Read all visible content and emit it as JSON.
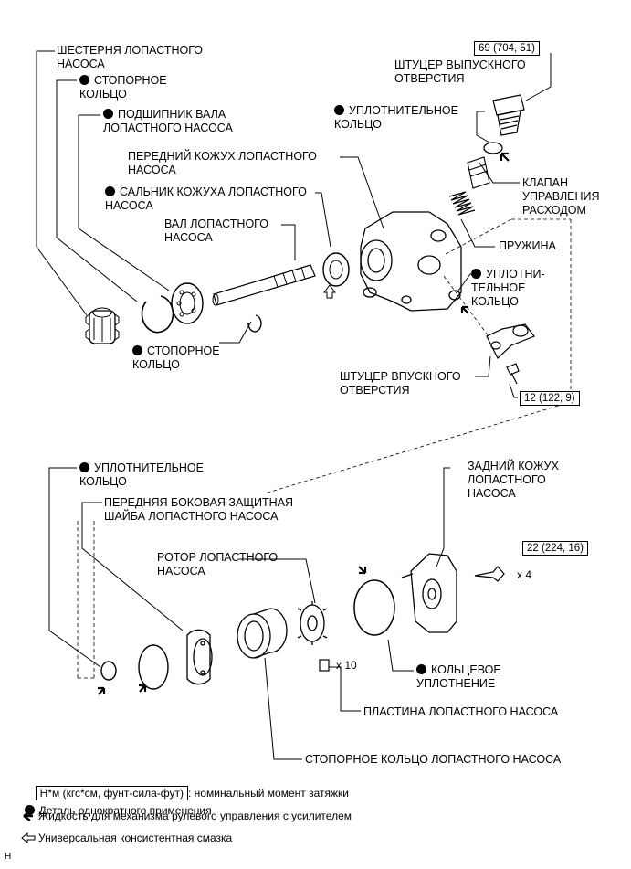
{
  "labels": {
    "gear": "ШЕСТЕРНЯ ЛОПАСТНОГО\nНАСОСА",
    "snap_ring_top": "СТОПОРНОЕ\nКОЛЬЦО",
    "bearing": "ПОДШИПНИК ВАЛА\nЛОПАСТНОГО НАСОСА",
    "front_housing": "ПЕРЕДНИЙ КОЖУХ ЛОПАСТНОГО\nНАСОСА",
    "oil_seal": "САЛЬНИК КОЖУХА ЛОПАСТНОГО\nНАСОСА",
    "shaft": "ВАЛ ЛОПАСТНОГО\nНАСОСА",
    "snap_ring_bottom": "СТОПОРНОЕ\nКОЛЬЦО",
    "discharge_union": "ШТУЦЕР ВЫПУСКНОГО\nОТВЕРСТИЯ",
    "o_ring_union": "УПЛОТНИТЕЛЬНОЕ\nКОЛЬЦО",
    "flow_valve": "КЛАПАН\nУПРАВЛЕНИЯ\nРАСХОДОМ",
    "spring": "ПРУЖИНА",
    "o_ring_suction": "УПЛОТНИ-\nТЕЛЬНОЕ\nКОЛЬЦО",
    "suction_union": "ШТУЦЕР ВПУСКНОГО\nОТВЕРСТИЯ",
    "o_ring_lower": "УПЛОТНИТЕЛЬНОЕ\nКОЛЬЦО",
    "front_side_plate": "ПЕРЕДНЯЯ БОКОВАЯ ЗАЩИТНАЯ\nШАЙБА ЛОПАСТНОГО НАСОСА",
    "rotor": "РОТОР ЛОПАСТНОГО\nНАСОСА",
    "rear_housing": "ЗАДНИЙ КОЖУХ\nЛОПАСТНОГО\nНАСОСА",
    "ring_seal": "КОЛЬЦЕВОЕ\nУПЛОТНЕНИЕ",
    "vane_plate": "ПЛАСТИНА ЛОПАСТНОГО НАСОСА",
    "cam_ring": "СТОПОРНОЕ КОЛЬЦО ЛОПАСТНОГО НАСОСА"
  },
  "torques": {
    "discharge": "69 (704, 51)",
    "suction": "12 (122, 9)",
    "rear_bolt": "22 (224, 16)"
  },
  "multipliers": {
    "bolts": "x 4",
    "vanes": "x 10"
  },
  "legend": {
    "torque_unit": "Н*м (кгс*см, фунт-сила-фут)",
    "torque_desc": ": номинальный момент затяжки",
    "non_reusable": "Деталь однократного применения",
    "fluid": "Жидкость для механизма рулевого управления с усилителем",
    "grease": "Универсальная консистентная смазка"
  },
  "footer": {
    "code": "H"
  }
}
